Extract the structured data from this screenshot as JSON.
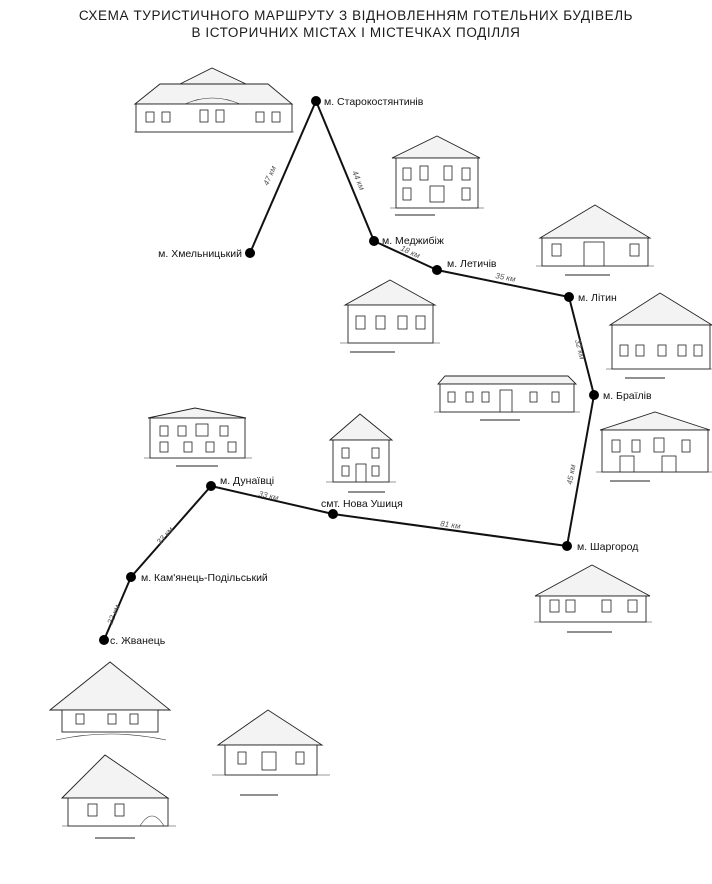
{
  "title": {
    "line1": "СХЕМА ТУРИСТИЧНОГО МАРШРУТУ З ВІДНОВЛЕННЯМ ГОТЕЛЬНИХ БУДІВЕЛЬ",
    "line2": "В ІСТОРИЧНИХ МІСТАХ І МІСТЕЧКАХ ПОДІЛЛЯ"
  },
  "cities": [
    {
      "id": "starokostiantyniv",
      "label": "м. Старокостянтинів"
    },
    {
      "id": "khmelnytskyi",
      "label": "м. Хмельницький"
    },
    {
      "id": "medzhybizh",
      "label": "м. Меджибіж"
    },
    {
      "id": "letychiv",
      "label": "м. Летичів"
    },
    {
      "id": "lityn",
      "label": "м. Літин"
    },
    {
      "id": "brailiv",
      "label": "м. Браїлів"
    },
    {
      "id": "shargorod",
      "label": "м. Шаргород"
    },
    {
      "id": "nova_ushytsia",
      "label": "смт. Нова Ушиця"
    },
    {
      "id": "dunaivtsi",
      "label": "м. Дунаївці"
    },
    {
      "id": "kamianets",
      "label": "м. Кам'янець-Подільський"
    },
    {
      "id": "zhvanets",
      "label": "с. Жванець"
    }
  ],
  "distances": [
    {
      "from": "khmelnytskyi",
      "to": "starokostiantyniv",
      "label": "47 км"
    },
    {
      "from": "starokostiantyniv",
      "to": "medzhybizh",
      "label": "44 км"
    },
    {
      "from": "medzhybizh",
      "to": "letychiv",
      "label": "18 км"
    },
    {
      "from": "letychiv",
      "to": "lityn",
      "label": "35 км"
    },
    {
      "from": "lityn",
      "to": "brailiv",
      "label": "32 км"
    },
    {
      "from": "brailiv",
      "to": "shargorod",
      "label": "45 км"
    },
    {
      "from": "shargorod",
      "to": "nova_ushytsia",
      "label": "81 км"
    },
    {
      "from": "nova_ushytsia",
      "to": "dunaivtsi",
      "label": "33 км"
    },
    {
      "from": "dunaivtsi",
      "to": "kamianets",
      "label": "33 км"
    },
    {
      "from": "kamianets",
      "to": "zhvanets",
      "label": "22 км"
    }
  ],
  "colors": {
    "route": "#111111",
    "node": "#000000"
  }
}
